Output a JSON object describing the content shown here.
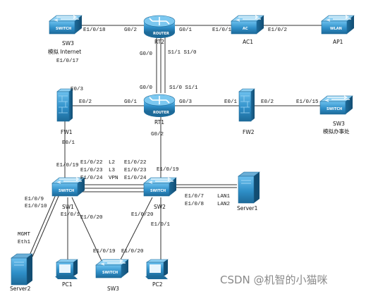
{
  "colors": {
    "device_blue": "#2f8fc8",
    "device_dark": "#1d6a99",
    "device_light": "#5ab0e0",
    "link": "#333333"
  },
  "devices": {
    "sw3_internet": {
      "name": "SW3",
      "caption_line1": "模拟 Internet",
      "icon_text": "SWITCH",
      "icon": "switch-icon"
    },
    "rt2": {
      "name": "RT2",
      "icon_text": "ROUTER",
      "icon": "router-icon"
    },
    "ac1": {
      "name": "AC1",
      "icon_text": "AC",
      "icon": "access-controller-icon"
    },
    "ap1": {
      "name": "AP1",
      "icon_text": "WLAN",
      "icon": "wireless-ap-icon"
    },
    "fw1": {
      "name": "FW1",
      "icon": "firewall-icon"
    },
    "rt1": {
      "name": "RT1",
      "icon_text": "ROUTER",
      "icon": "router-icon"
    },
    "fw2": {
      "name": "FW2",
      "icon": "firewall-icon"
    },
    "sw3_office": {
      "name": "SW3",
      "caption_line2": "模拟办事处",
      "icon_text": "SWITCH",
      "icon": "switch-icon"
    },
    "sw1": {
      "name": "SW1",
      "icon_text": "SWITCH",
      "icon": "switch-icon"
    },
    "sw2": {
      "name": "SW2",
      "icon_text": "SWITCH",
      "icon": "switch-icon"
    },
    "server1": {
      "name": "Server1",
      "icon": "server-icon"
    },
    "server2": {
      "name": "Server2",
      "icon": "server-icon"
    },
    "pc1": {
      "name": "PC1",
      "icon": "pc-icon"
    },
    "sw3_access": {
      "name": "SW3",
      "icon_text": "SWITCH",
      "icon": "switch-icon"
    },
    "pc2": {
      "name": "PC2",
      "icon": "pc-icon"
    }
  },
  "ports": {
    "sw3_e1_0_18": "E1/0/18",
    "rt2_g0_2": "G0/2",
    "rt2_g0_1": "G0/1",
    "ac1_e1_0_1": "E1/0/1",
    "ac1_e1_0_2": "E1/0/2",
    "sw3_e1_0_17": "E1/0/17",
    "rt2_g0_0": "G0/0",
    "rt2_s": "S1/1 S1/0",
    "fw1_e0_3": "E0/3",
    "fw1_e0_2": "E0/2",
    "rt1_g0_1": "G0/1",
    "rt1_g0_0": "G0/0",
    "rt1_s": "S1/0 S1/1",
    "rt1_g0_3": "G0/3",
    "fw2_e0_1": "E0/1",
    "fw2_e0_2": "E0/2",
    "sw3o_e1_0_15": "E1/0/15",
    "rt1_g0_2": "G0/2",
    "fw1_e0_1": "E0/1",
    "sw1_e1_0_19": "E1/0/19",
    "sw2_e1_0_19": "E1/0/19",
    "trunk_left": [
      "E1/0/22",
      "E1/0/23",
      "E1/0/24"
    ],
    "trunk_mid": [
      "L2",
      "L3",
      "VPN"
    ],
    "trunk_right": [
      "E1/0/22",
      "E1/0/23",
      "E1/0/24"
    ],
    "sw2_e1_0_7": "E1/0/7",
    "sw2_e1_0_8": "E1/0/8",
    "lan1": "LAN1",
    "lan2": "LAN2",
    "sw1_e1_0_9": "E1/0/9",
    "sw1_e1_0_10": "E1/0/10",
    "sw1_e1_0_1": "E1/0/1",
    "sw1_e1_0_20": "E1/0/20",
    "sw2_e1_0_20": "E1/0/20",
    "sw2_e1_0_1": "E1/0/1",
    "mgmt": "MGMT",
    "eth1": "Eth1",
    "sw3a_e1_0_19": "E1/0/19",
    "sw3a_e1_0_20": "E1/0/20"
  },
  "watermark": "CSDN @机智的小猫咪"
}
